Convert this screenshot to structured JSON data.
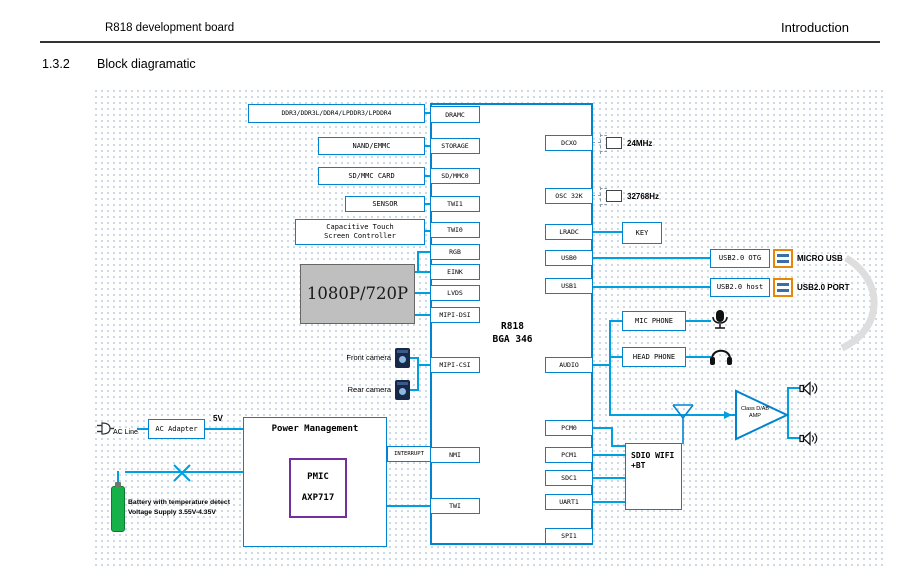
{
  "page": {
    "header_left": "R818 development board",
    "header_right": "Introduction",
    "section_number": "1.3.2",
    "section_title": "Block diagramatic"
  },
  "chip": {
    "name_line1": "R818",
    "name_line2": "BGA 346",
    "left_ports": [
      "DRAMC",
      "STORAGE",
      "SD/MMC0",
      "TWI1",
      "TWI0",
      "RGB",
      "EINK",
      "LVDS",
      "MIPI-DSI",
      "MIPI-CSI",
      "NMI",
      "TWI"
    ],
    "right_ports": [
      "DCXO",
      "OSC 32K",
      "LRADC",
      "USB0",
      "USB1",
      "AUDIO",
      "PCM0",
      "PCM1",
      "SDC1",
      "UART1",
      "SPI1"
    ]
  },
  "left_column": {
    "dram": "DDR3/DDR3L/DDR4/LPDDR3/LPDDR4",
    "nand": "NAND/EMMC",
    "sd": "SD/MMC CARD",
    "sensor": "SENSOR",
    "touch_line1": "Capacitive Touch",
    "touch_line2": "Screen Controller",
    "display": "1080P/720P",
    "front_camera": "Front camera",
    "rear_camera": "Rear camera"
  },
  "right_column": {
    "clock_24m": "24MHz",
    "clock_32k": "32768Hz",
    "key": "KEY",
    "usb_otg": "USB2.0 OTG",
    "usb_host": "USB2.0 host",
    "micro_usb": "MICRO USB",
    "usb_port": "USB2.0 PORT",
    "mic_phone": "MIC PHONE",
    "head_phone": "HEAD PHONE",
    "amp_line1": "Class D/AB",
    "amp_line2": "AMP",
    "wifi_line1": "SDIO WIFI",
    "wifi_line2": "+BT"
  },
  "power": {
    "ac_line": "AC Line",
    "ac_adapter": "AC Adapter",
    "voltage": "5V",
    "pm_title": "Power Management",
    "pmic_line1": "PMIC",
    "pmic_line2": "AXP717",
    "interrupt": "INTERRUPT",
    "battery_line1": "Battery with temperature detect",
    "battery_line2": "Voltage Supply 3.55V-4.35V"
  },
  "colors": {
    "wire_blue": "#00a0e0",
    "border_blue": "#0084d0",
    "connector_orange": "#e8860a",
    "pmic_purple": "#7030a0",
    "battery_green": "#17b14a",
    "display_gray": "#bfbfbf"
  }
}
